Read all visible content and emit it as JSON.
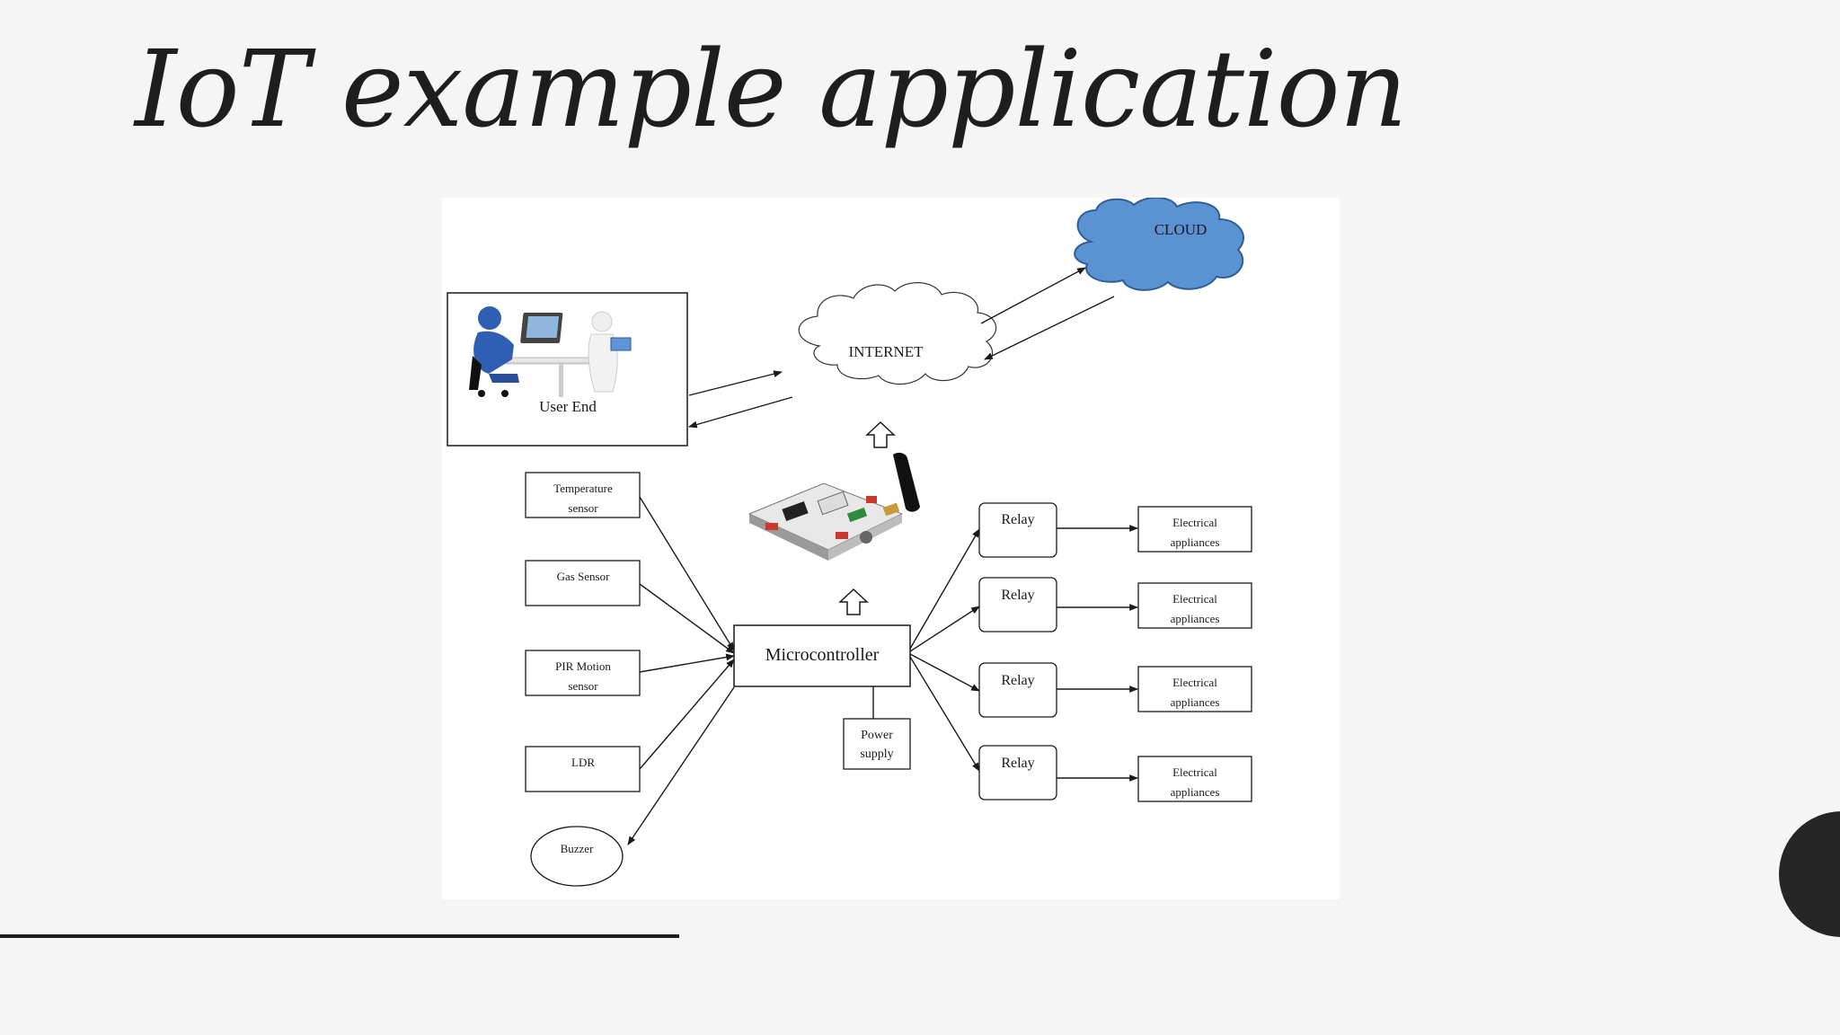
{
  "slide": {
    "title": "IoT example application"
  },
  "diagram": {
    "cloud": "CLOUD",
    "internet": "INTERNET",
    "user_end": "User End",
    "microcontroller": "Microcontroller",
    "power_supply": [
      "Power",
      "supply"
    ],
    "sensors": [
      [
        "Temperature",
        "sensor"
      ],
      [
        "Gas Sensor"
      ],
      [
        "PIR Motion",
        "sensor"
      ],
      [
        "LDR"
      ]
    ],
    "buzzer": "Buzzer",
    "relays": [
      "Relay",
      "Relay",
      "Relay",
      "Relay"
    ],
    "appliances": [
      [
        "Electrical",
        "appliances"
      ],
      [
        "Electrical",
        "appliances"
      ],
      [
        "Electrical",
        "appliances"
      ],
      [
        "Electrical",
        "appliances"
      ]
    ]
  },
  "colors": {
    "cloud_fill": "#5b92d2",
    "cloud_stroke": "#2f5f99",
    "background": "#f5f5f6",
    "accent_dark": "#262626"
  },
  "icons": [
    "user-workstation-illustration",
    "iot-board-with-antenna-illustration",
    "up-arrow-icon"
  ]
}
